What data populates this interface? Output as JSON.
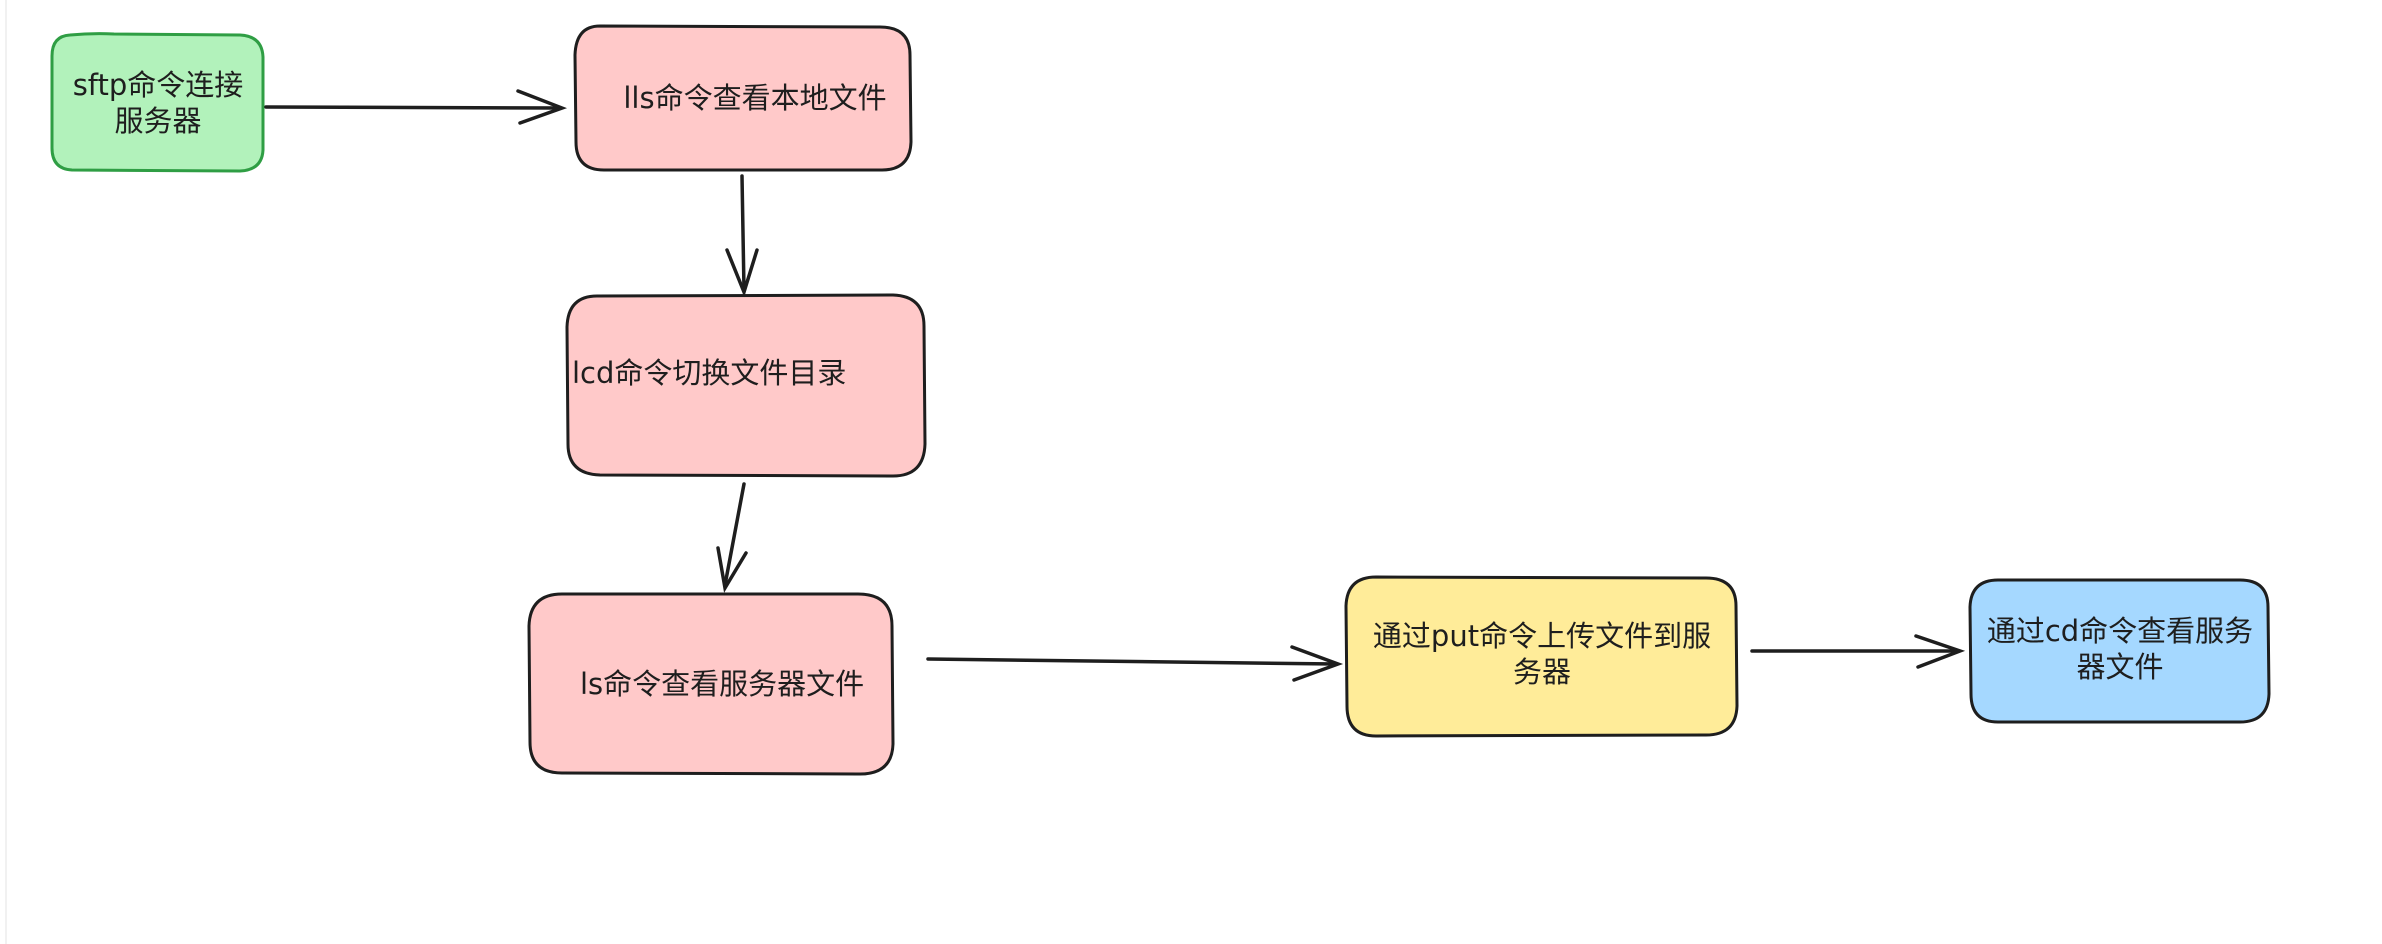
{
  "nodes": {
    "sftp": {
      "label": "sftp命令连接服务器",
      "fill": "#b2f2bb",
      "stroke": "#2f9e44"
    },
    "lls": {
      "label": "lls命令查看本地文件",
      "fill": "#ffc9c9",
      "stroke": "#1e1e1e"
    },
    "lcd": {
      "label": "lcd命令切换文件目录",
      "fill": "#ffc9c9",
      "stroke": "#1e1e1e"
    },
    "ls": {
      "label": "ls命令查看服务器文件",
      "fill": "#ffc9c9",
      "stroke": "#1e1e1e"
    },
    "put": {
      "label": "通过put命令上传文件到服务器",
      "fill": "#ffec99",
      "stroke": "#1e1e1e"
    },
    "cd": {
      "label": "通过cd命令查看服务器文件",
      "fill": "#a5d8ff",
      "stroke": "#1e1e1e"
    }
  },
  "edges": [
    {
      "from": "sftp",
      "to": "lls"
    },
    {
      "from": "lls",
      "to": "lcd"
    },
    {
      "from": "lcd",
      "to": "ls"
    },
    {
      "from": "ls",
      "to": "put"
    },
    {
      "from": "put",
      "to": "cd"
    }
  ],
  "colors": {
    "arrow": "#1e1e1e",
    "background": "#ffffff"
  }
}
